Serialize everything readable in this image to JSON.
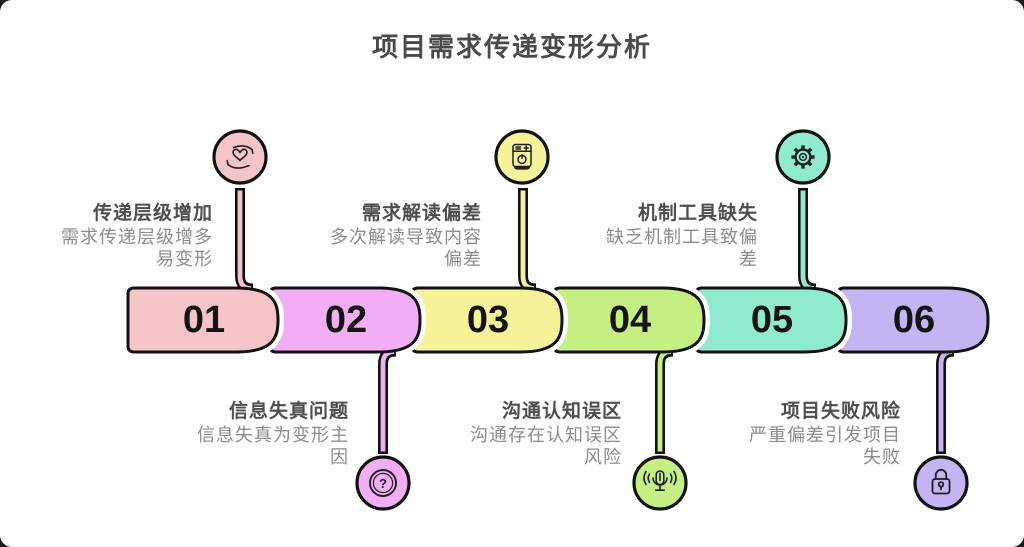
{
  "title": "项目需求传递变形分析",
  "outline_color": "#111111",
  "text_colors": {
    "main_title": "#4a4a4a",
    "callout_title": "#4d4d4d",
    "callout_desc": "#8c8c8c",
    "number": "#141414"
  },
  "icon_glyphs": {
    "question_mark": "?"
  },
  "steps": [
    {
      "number": "01",
      "title": "传递层级增加",
      "desc_lines": [
        "需求传递层级增多",
        "易变形"
      ],
      "icon": "hands-heart",
      "color": "#f5c4c8",
      "callout_position": "above"
    },
    {
      "number": "02",
      "title": "信息失真问题",
      "desc_lines": [
        "信息失真为变形主",
        "因"
      ],
      "icon": "question-mark",
      "color": "#f1aef4",
      "callout_position": "below"
    },
    {
      "number": "03",
      "title": "需求解读偏差",
      "desc_lines": [
        "多次解读导致内容",
        "偏差"
      ],
      "icon": "smart-device-power",
      "color": "#f6f29a",
      "callout_position": "above"
    },
    {
      "number": "04",
      "title": "沟通认知误区",
      "desc_lines": [
        "沟通存在认知误区",
        "风险"
      ],
      "icon": "microphone-waves",
      "color": "#c5ef83",
      "callout_position": "below"
    },
    {
      "number": "05",
      "title": "机制工具缺失",
      "desc_lines": [
        "缺乏机制工具致偏",
        "差"
      ],
      "icon": "gear",
      "color": "#90ead0",
      "callout_position": "above"
    },
    {
      "number": "06",
      "title": "项目失败风险",
      "desc_lines": [
        "严重偏差引发项目",
        "失败"
      ],
      "icon": "lock",
      "color": "#c4b4f1",
      "callout_position": "below"
    }
  ]
}
